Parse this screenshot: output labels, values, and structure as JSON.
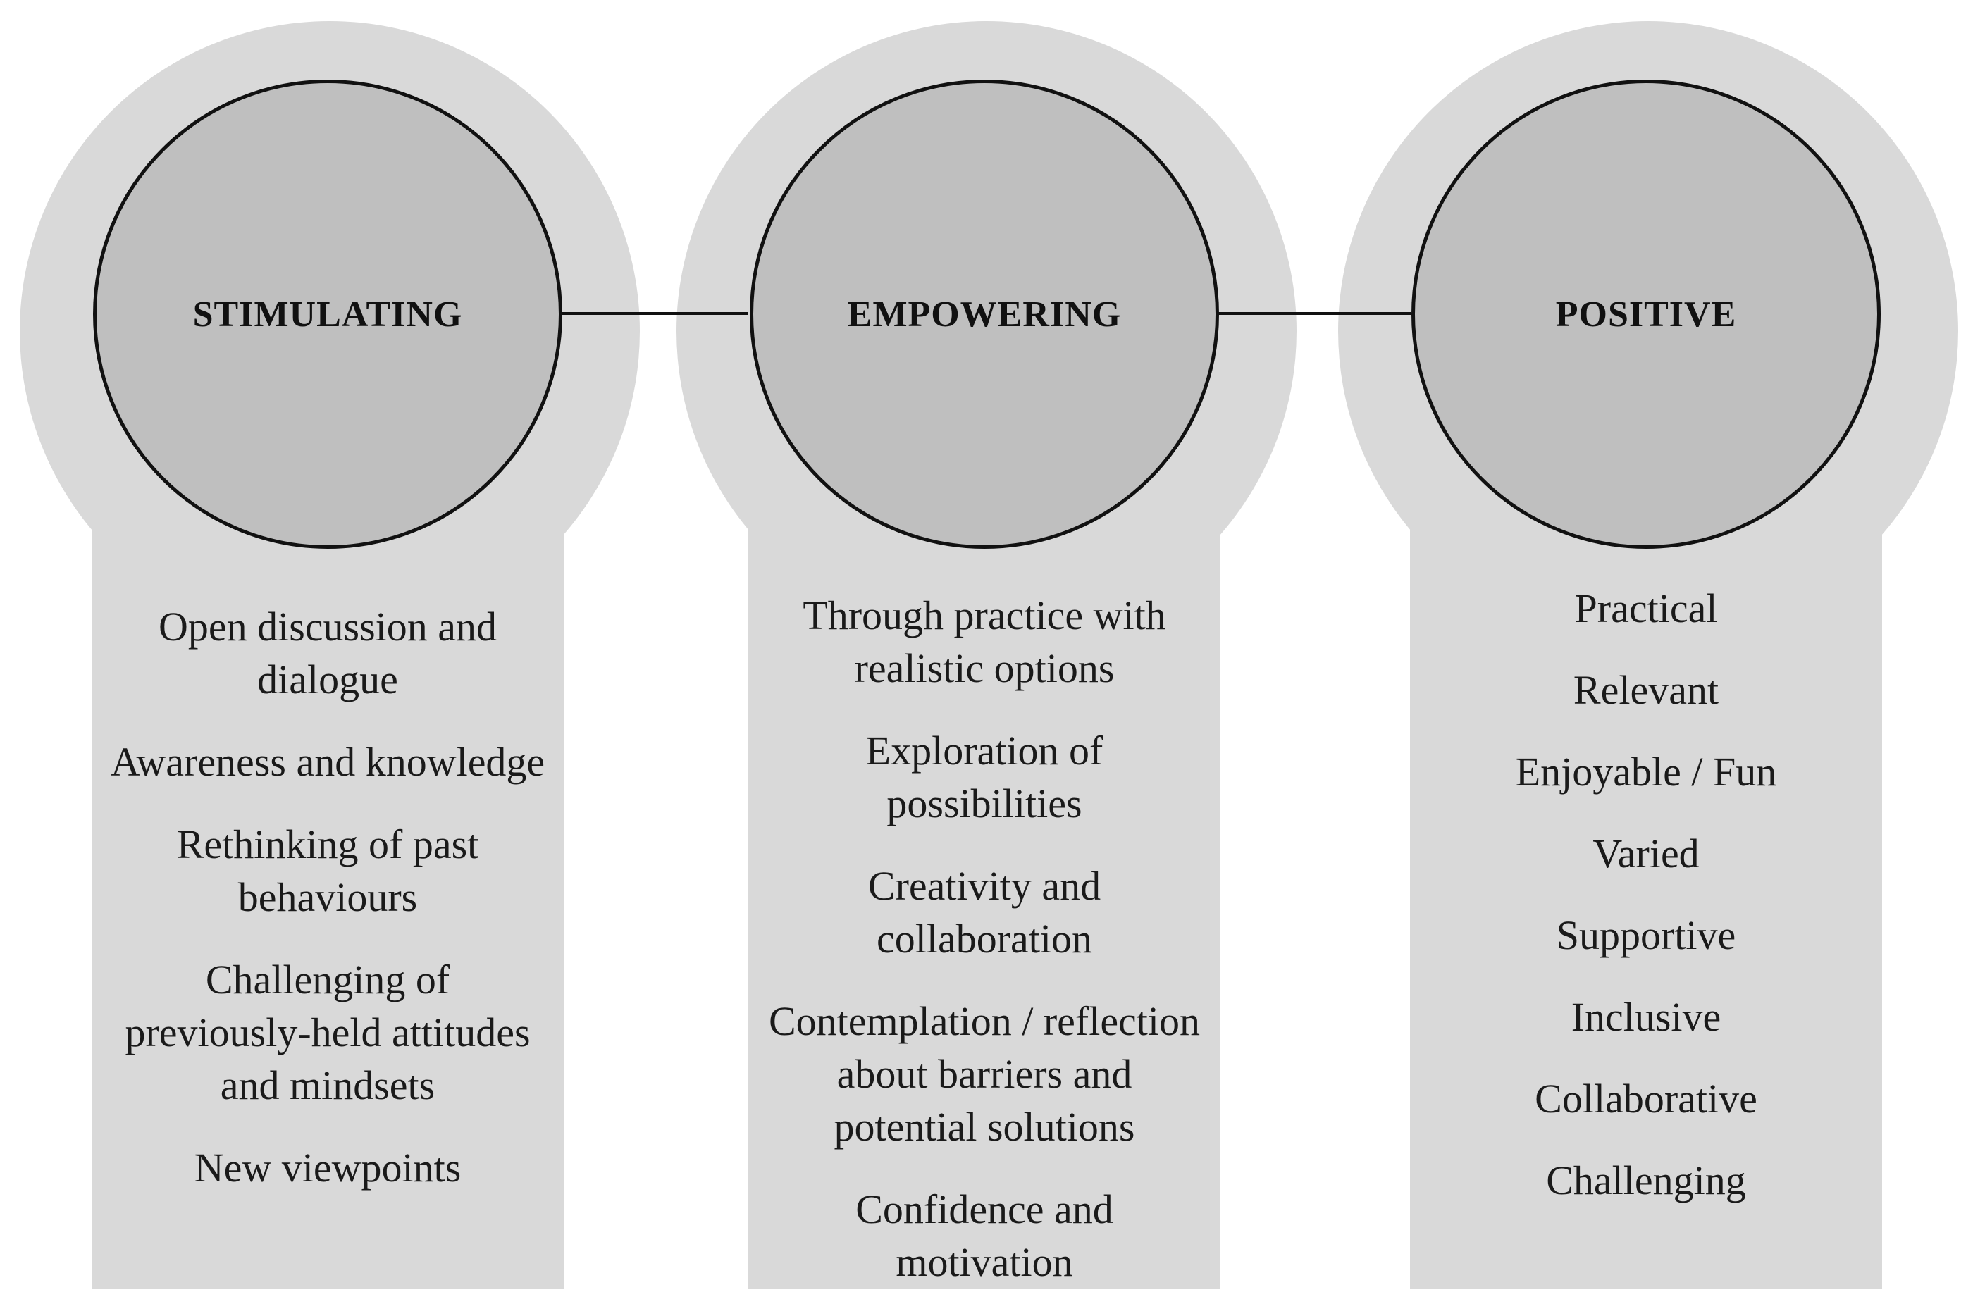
{
  "columns": [
    {
      "title": "STIMULATING",
      "items": [
        "Open discussion and dialogue",
        "Awareness and knowledge",
        "Rethinking of past behaviours",
        "Challenging of previously-held attitudes and mindsets",
        "New viewpoints"
      ]
    },
    {
      "title": "EMPOWERING",
      "items": [
        "Through practice with realistic options",
        "Exploration of possibilities",
        "Creativity and collaboration",
        "Contemplation / reflection about barriers and potential solutions",
        "Confidence and motivation"
      ]
    },
    {
      "title": "POSITIVE",
      "items": [
        "Practical",
        "Relevant",
        "Enjoyable / Fun",
        "Varied",
        "Supportive",
        "Inclusive",
        "Collaborative",
        "Challenging"
      ]
    }
  ],
  "colors": {
    "halo": "#d9d9d9",
    "circle": "#bfbfbf",
    "outline": "#111111",
    "text": "#1a1a1a"
  }
}
